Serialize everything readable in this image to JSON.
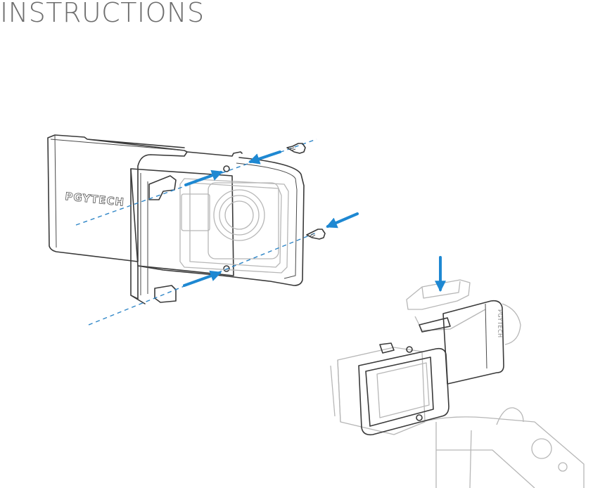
{
  "header": {
    "title": "INSTRUCTIONS"
  },
  "brand": {
    "logo_text": "PGYTECH",
    "logo_text_small": "PGYTECH"
  },
  "colors": {
    "arrow": "#1e88d2",
    "line": "#3a3a3a",
    "faint": "#b7b7b7",
    "title": "#6e6e6e"
  },
  "icons": [
    "arrow-icon",
    "screw-icon"
  ]
}
